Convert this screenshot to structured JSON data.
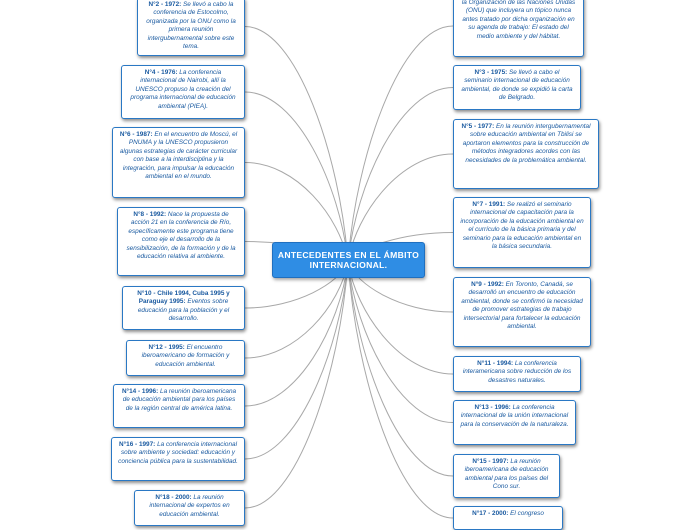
{
  "central": "ANTECEDENTES EN EL ÁMBITO INTERNACIONAL.",
  "nodes": [
    {
      "key": "N°2 - 1972:",
      "text": " Se llevó a cabo la conferencia de Estocolmo, organizada por la ONU como la primera reunión intergubernamental sobre este tema."
    },
    {
      "key": "N°4 - 1976:",
      "text": " La conferencia internacional de Nairobi, allí la UNESCO propuso la creación del programa internacional de educación ambiental (PIEA)."
    },
    {
      "key": "N°6 - 1987:",
      "text": " En el encuentro de Moscú, el PNUMA y la UNESCO propusieron algunas estrategias de carácter curricular con base a la interdisciplina y la integración, para impulsar la educación ambiental en el mundo."
    },
    {
      "key": "N°8 - 1992:",
      "text": " Nace la propuesta de acción 21 en la conferencia de Río, específicamente este programa tiene como eje el desarrollo de la sensibilización, de la formación y de la educación relativa al ambiente."
    },
    {
      "key": "N°10 - Chile 1994, Cuba 1995 y Paraguay 1995:",
      "text": " Eventos sobre educación para la población y el desarrollo."
    },
    {
      "key": "N°12 - 1995:",
      "text": " El encuentro iberoamericano de formación y educación ambiental."
    },
    {
      "key": "N°14 - 1996:",
      "text": " La reunión iberoamericana de educación ambiental para los países de la región central de américa latina."
    },
    {
      "key": "N°16 - 1997:",
      "text": " La conferencia internacional sobre ambiente y sociedad: educación y conciencia pública para la sustentabilidad."
    },
    {
      "key": "N°18 - 2000:",
      "text": " La reunión internacional de expertos en educación ambiental."
    },
    {
      "key": "",
      "text": "la Organización de las Naciones Unidas (ONU) que incluyera un tópico nunca antes tratado por dicha organización en su agenda de trabajo: El estado del medio ambiente y del hábitat."
    },
    {
      "key": "N°3 - 1975:",
      "text": " Se llevó a cabo el seminario internacional de educación ambiental, de donde se expidió la carta de Belgrado."
    },
    {
      "key": "N°5 - 1977:",
      "text": " En la reunión intergubernamental sobre educación ambiental en Tbilisi se aportaron elementos para la construcción de métodos integradores acordes con las necesidades de la problemática ambiental."
    },
    {
      "key": "N°7 - 1991:",
      "text": " Se realizó el seminario internacional de capacitación para la incorporación de la educación ambiental en el currículo de la básica primaria y del seminario para la educación ambiental en la básica secundaria."
    },
    {
      "key": "N°9 - 1992:",
      "text": " En Toronto, Canadá, se desarrolló un encuentro de educación ambiental, donde se confirmó la necesidad de promover estrategias de trabajo intersectorial para fortalecer la educación ambiental."
    },
    {
      "key": "N°11 - 1994:",
      "text": " La conferencia interamericana sobre reducción de los desastres naturales."
    },
    {
      "key": "N°13 - 1996:",
      "text": " La conferencia internacional de la unión internacional para la conservación de la naturaleza."
    },
    {
      "key": "N°15 - 1997:",
      "text": " La reunión iberoamericana de educación ambiental para los países del Cono sur."
    },
    {
      "key": "N°17 - 2000:",
      "text": " El congreso"
    }
  ]
}
